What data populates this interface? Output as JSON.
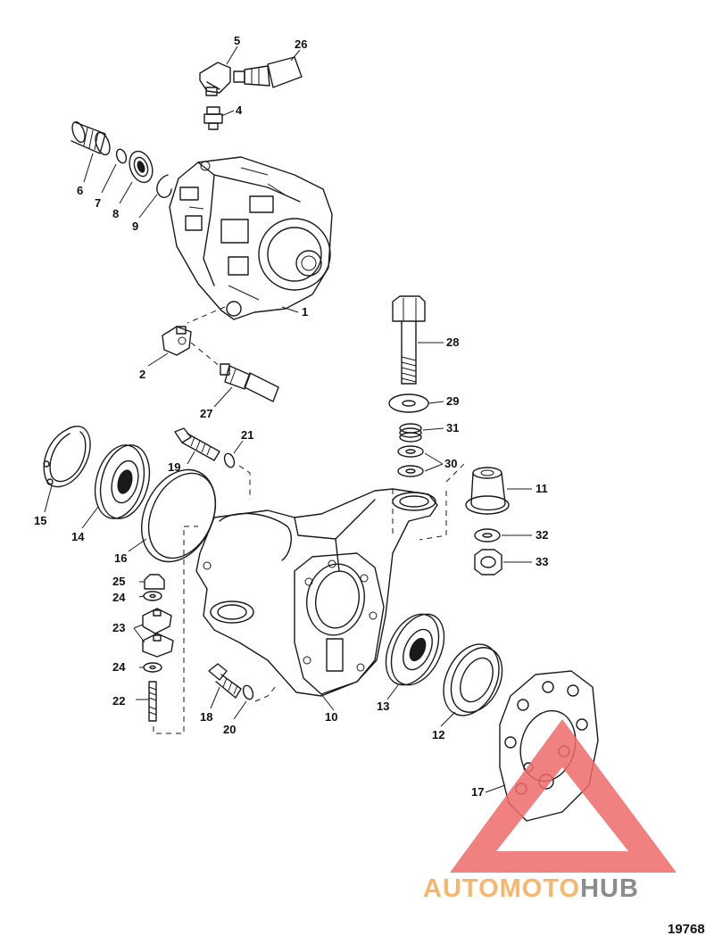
{
  "callouts": [
    {
      "id": "1",
      "part": "gear-case"
    },
    {
      "id": "2",
      "part": "elbow-fitting"
    },
    {
      "id": "4",
      "part": "adapter-fitting"
    },
    {
      "id": "5",
      "part": "elbow-fitting-top"
    },
    {
      "id": "6",
      "part": "roller-bearing"
    },
    {
      "id": "7",
      "part": "o-ring"
    },
    {
      "id": "8",
      "part": "ball-bearing"
    },
    {
      "id": "9",
      "part": "snap-ring"
    },
    {
      "id": "10",
      "part": "mount-bracket"
    },
    {
      "id": "11",
      "part": "rubber-mount"
    },
    {
      "id": "12",
      "part": "oil-seal"
    },
    {
      "id": "13",
      "part": "bearing"
    },
    {
      "id": "14",
      "part": "ball-bearing-large"
    },
    {
      "id": "15",
      "part": "retaining-ring"
    },
    {
      "id": "16",
      "part": "shim"
    },
    {
      "id": "17",
      "part": "gasket"
    },
    {
      "id": "18",
      "part": "screw"
    },
    {
      "id": "19",
      "part": "screw"
    },
    {
      "id": "20",
      "part": "lockwasher"
    },
    {
      "id": "21",
      "part": "lockwasher"
    },
    {
      "id": "22",
      "part": "stud"
    },
    {
      "id": "23",
      "part": "clip"
    },
    {
      "id": "24",
      "part": "washer"
    },
    {
      "id": "25",
      "part": "nut"
    },
    {
      "id": "26",
      "part": "hose-fitting"
    },
    {
      "id": "27",
      "part": "hose-fitting"
    },
    {
      "id": "28",
      "part": "bolt"
    },
    {
      "id": "29",
      "part": "washer"
    },
    {
      "id": "30",
      "part": "washer"
    },
    {
      "id": "31",
      "part": "spring"
    },
    {
      "id": "32",
      "part": "washer"
    },
    {
      "id": "33",
      "part": "locknut"
    }
  ],
  "drawing_number": "19768",
  "watermark": {
    "part1": "AUTOMOTO",
    "part2": "HUB",
    "color1": "#f6b66e",
    "color2": "#8c8c8c",
    "triangle_color": "#ef6a6a"
  }
}
